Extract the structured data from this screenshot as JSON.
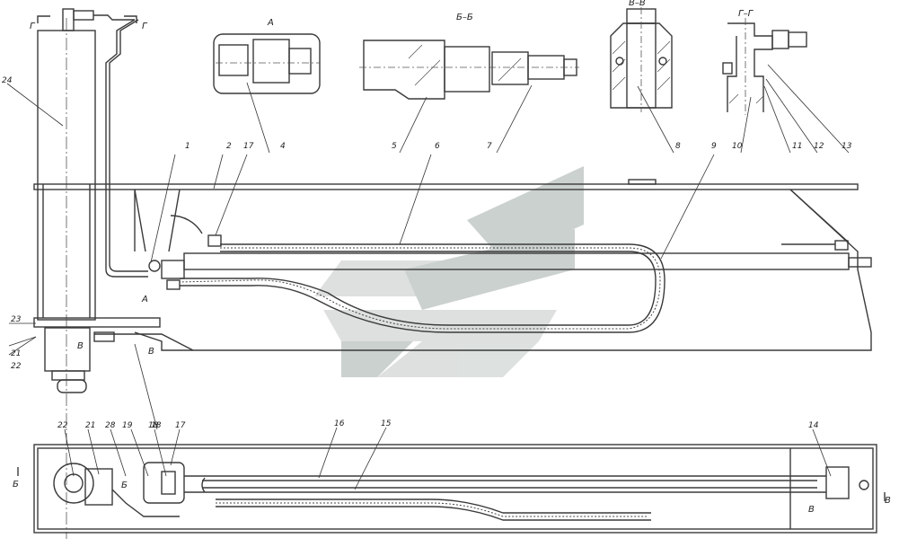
{
  "views": {
    "a": "А",
    "bb": "Б–Б",
    "vv": "В–В",
    "gg": "Г–Г"
  },
  "section_marks": {
    "g_left": "Г",
    "g_right": "Г",
    "a_mark": "А",
    "b_mark_left": "Б",
    "b_mark_plan": "Б",
    "v_mark_side": "В",
    "v_mark_side2": "В",
    "v_mark_plan": "В",
    "v_mark_plan2": "В"
  },
  "callouts": {
    "p1": "1",
    "p2": "2",
    "p4": "4",
    "p5": "5",
    "p6": "6",
    "p7": "7",
    "p8": "8",
    "p9": "9",
    "p10": "10",
    "p11": "11",
    "p12": "12",
    "p13": "13",
    "p14": "14",
    "p15": "15",
    "p16": "16",
    "p17a": "17",
    "p17b": "17",
    "p18a": "18",
    "p18b": "18",
    "p19": "19",
    "p21a": "21",
    "p21b": "21",
    "p22a": "22",
    "p22b": "22",
    "p23": "23",
    "p24": "24",
    "p28": "28"
  },
  "colors": {
    "line": "#3a3a3a",
    "watermark": "#9aa6a0"
  }
}
